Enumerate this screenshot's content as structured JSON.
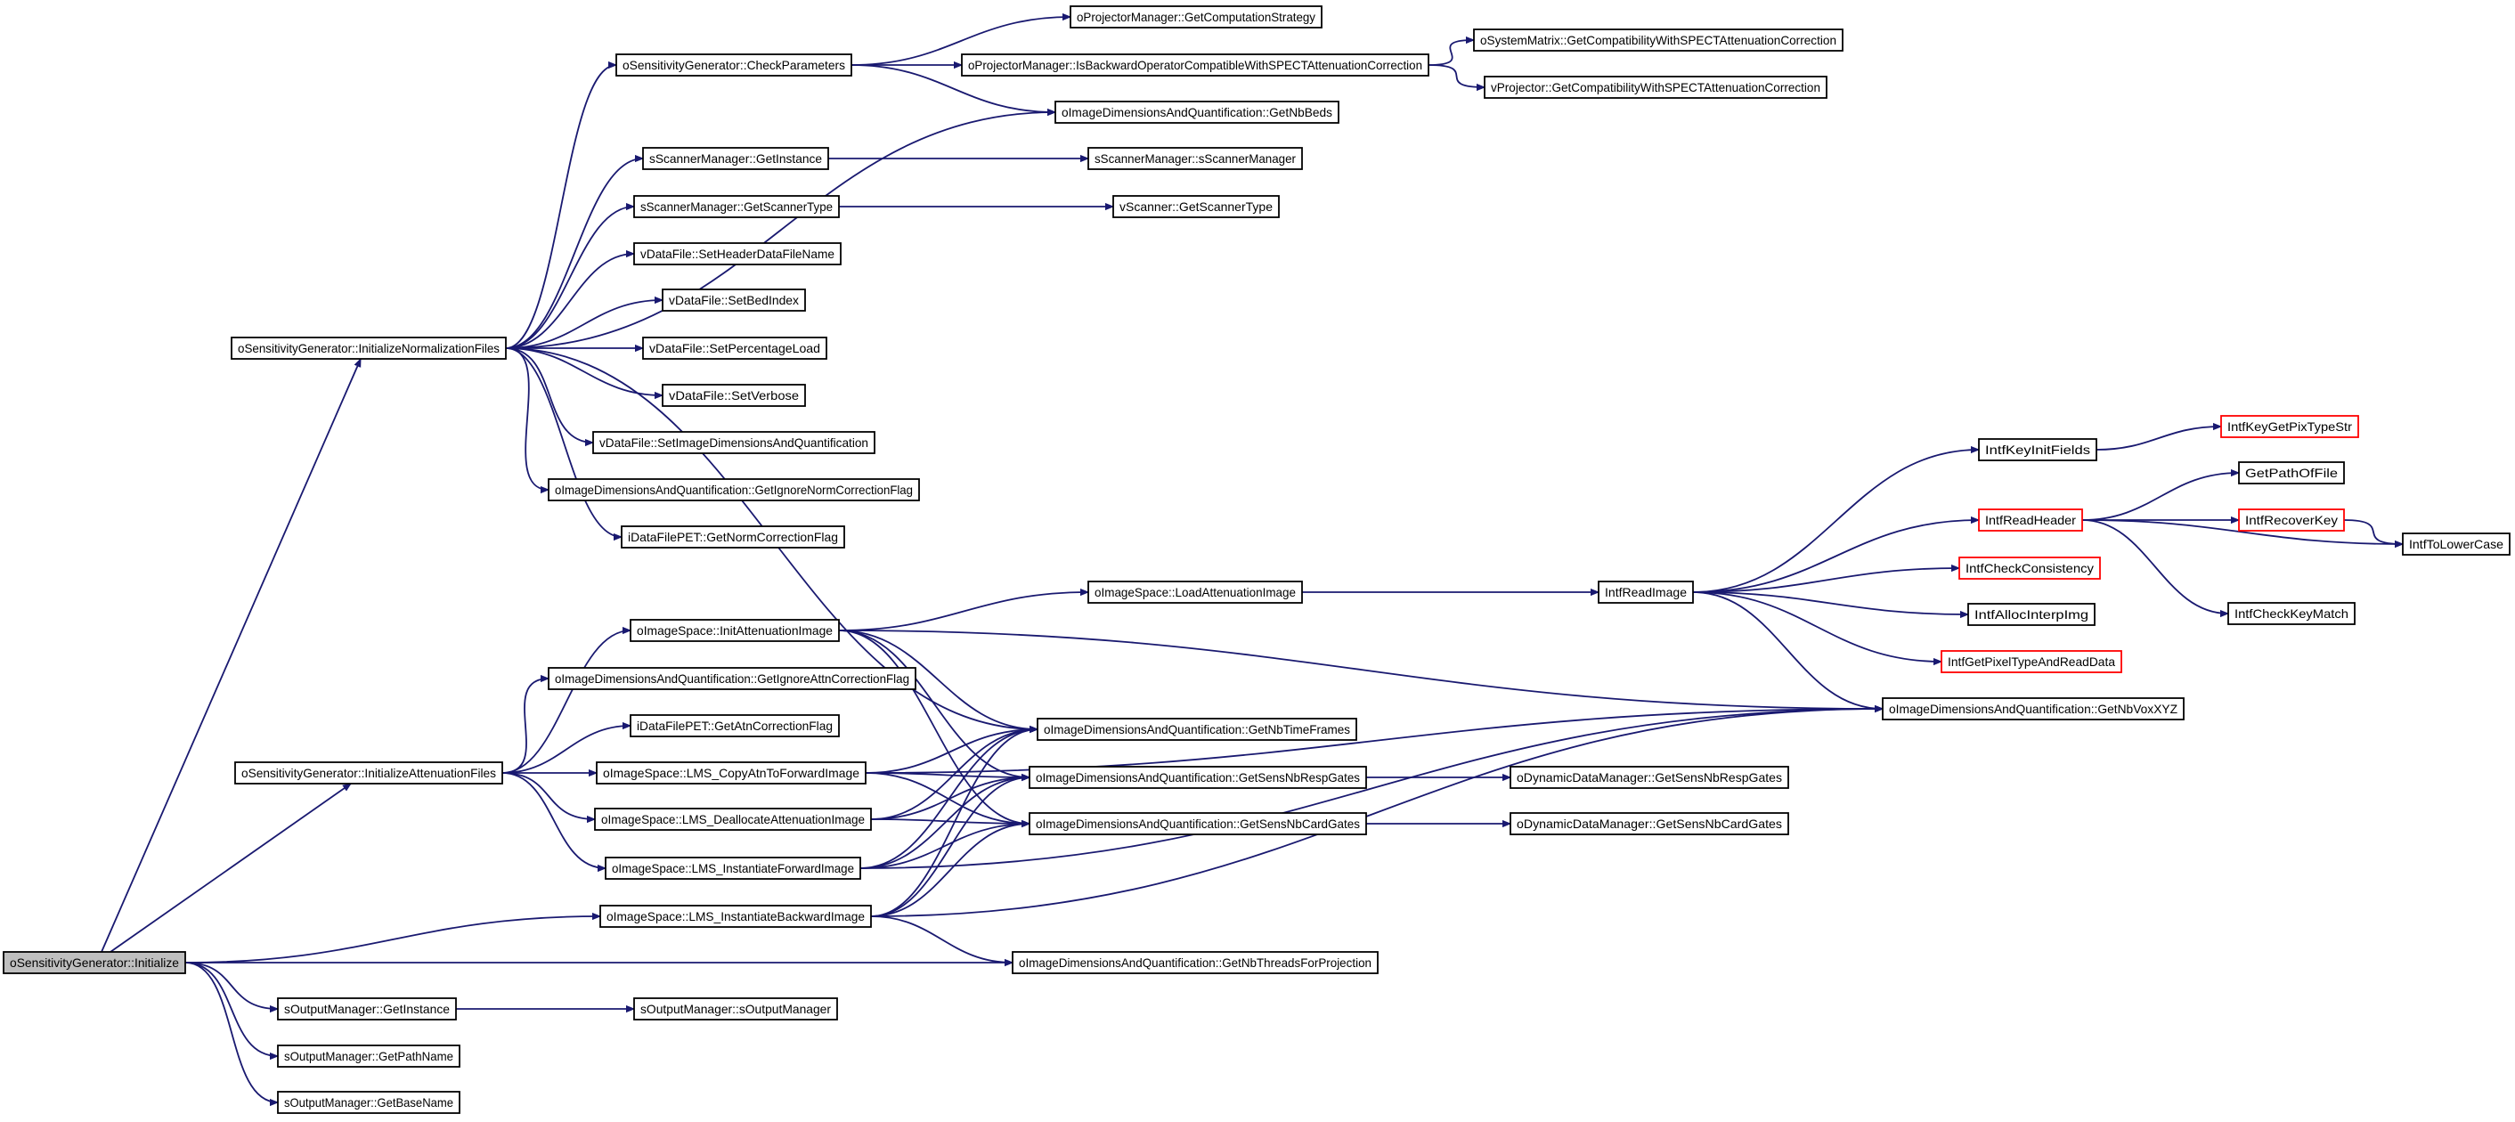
{
  "colors": {
    "background": "#ffffff",
    "edge": "#191970",
    "node_border": "#000000",
    "root_fill": "#bfbfbf",
    "truncated_border": "#ff0000"
  },
  "nodes": [
    {
      "id": "n0",
      "label": "oSensitivityGenerator::Initialize",
      "kind": "root"
    },
    {
      "id": "n1",
      "label": "oSensitivityGenerator::InitializeNormalizationFiles",
      "kind": "normal"
    },
    {
      "id": "n2",
      "label": "oSensitivityGenerator::InitializeAttenuationFiles",
      "kind": "normal"
    },
    {
      "id": "n3",
      "label": "oImageDimensionsAndQuantification::GetNbThreadsForProjection",
      "kind": "normal"
    },
    {
      "id": "n4",
      "label": "oImageSpace::LMS_InstantiateBackwardImage",
      "kind": "normal"
    },
    {
      "id": "n5",
      "label": "sOutputManager::GetInstance",
      "kind": "normal"
    },
    {
      "id": "n6",
      "label": "sOutputManager::GetPathName",
      "kind": "normal"
    },
    {
      "id": "n7",
      "label": "sOutputManager::GetBaseName",
      "kind": "normal"
    },
    {
      "id": "n8",
      "label": "oSensitivityGenerator::CheckParameters",
      "kind": "normal"
    },
    {
      "id": "n9",
      "label": "oImageDimensionsAndQuantification::GetNbBeds",
      "kind": "normal"
    },
    {
      "id": "n10",
      "label": "sScannerManager::GetInstance",
      "kind": "normal"
    },
    {
      "id": "n11",
      "label": "sScannerManager::GetScannerType",
      "kind": "normal"
    },
    {
      "id": "n12",
      "label": "vDataFile::SetHeaderDataFileName",
      "kind": "normal"
    },
    {
      "id": "n13",
      "label": "vDataFile::SetBedIndex",
      "kind": "normal"
    },
    {
      "id": "n14",
      "label": "vDataFile::SetPercentageLoad",
      "kind": "normal"
    },
    {
      "id": "n15",
      "label": "vDataFile::SetVerbose",
      "kind": "normal"
    },
    {
      "id": "n16",
      "label": "vDataFile::SetImageDimensionsAndQuantification",
      "kind": "normal"
    },
    {
      "id": "n17",
      "label": "oImageDimensionsAndQuantification::GetIgnoreNormCorrectionFlag",
      "kind": "normal"
    },
    {
      "id": "n18",
      "label": "iDataFilePET::GetNormCorrectionFlag",
      "kind": "normal"
    },
    {
      "id": "n19",
      "label": "oImageDimensionsAndQuantification::GetNbTimeFrames",
      "kind": "normal"
    },
    {
      "id": "n20",
      "label": "oProjectorManager::GetComputationStrategy",
      "kind": "normal"
    },
    {
      "id": "n21",
      "label": "oProjectorManager::IsBackwardOperatorCompatibleWithSPECTAttenuationCorrection",
      "kind": "normal"
    },
    {
      "id": "n22",
      "label": "oSystemMatrix::GetCompatibilityWithSPECTAttenuationCorrection",
      "kind": "normal"
    },
    {
      "id": "n23",
      "label": "vProjector::GetCompatibilityWithSPECTAttenuationCorrection",
      "kind": "normal"
    },
    {
      "id": "n24",
      "label": "sScannerManager::sScannerManager",
      "kind": "normal"
    },
    {
      "id": "n25",
      "label": "vScanner::GetScannerType",
      "kind": "normal"
    },
    {
      "id": "n26",
      "label": "oImageSpace::InitAttenuationImage",
      "kind": "normal"
    },
    {
      "id": "n27",
      "label": "oImageDimensionsAndQuantification::GetIgnoreAttnCorrectionFlag",
      "kind": "normal"
    },
    {
      "id": "n28",
      "label": "iDataFilePET::GetAtnCorrectionFlag",
      "kind": "normal"
    },
    {
      "id": "n29",
      "label": "oImageSpace::LMS_CopyAtnToForwardImage",
      "kind": "normal"
    },
    {
      "id": "n30",
      "label": "oImageSpace::LMS_DeallocateAttenuationImage",
      "kind": "normal"
    },
    {
      "id": "n31",
      "label": "oImageSpace::LMS_InstantiateForwardImage",
      "kind": "normal"
    },
    {
      "id": "n32",
      "label": "oImageSpace::LoadAttenuationImage",
      "kind": "normal"
    },
    {
      "id": "n33",
      "label": "oImageDimensionsAndQuantification::GetNbVoxXYZ",
      "kind": "normal"
    },
    {
      "id": "n34",
      "label": "oImageDimensionsAndQuantification::GetSensNbRespGates",
      "kind": "normal"
    },
    {
      "id": "n35",
      "label": "oImageDimensionsAndQuantification::GetSensNbCardGates",
      "kind": "normal"
    },
    {
      "id": "n36",
      "label": "IntfReadImage",
      "kind": "normal"
    },
    {
      "id": "n37",
      "label": "oDynamicDataManager::GetSensNbRespGates",
      "kind": "normal"
    },
    {
      "id": "n38",
      "label": "oDynamicDataManager::GetSensNbCardGates",
      "kind": "normal"
    },
    {
      "id": "n39",
      "label": "sOutputManager::sOutputManager",
      "kind": "normal"
    },
    {
      "id": "n40",
      "label": "IntfKeyInitFields",
      "kind": "normal"
    },
    {
      "id": "n41",
      "label": "IntfReadHeader",
      "kind": "truncated"
    },
    {
      "id": "n42",
      "label": "IntfCheckConsistency",
      "kind": "truncated"
    },
    {
      "id": "n43",
      "label": "IntfAllocInterpImg",
      "kind": "normal"
    },
    {
      "id": "n44",
      "label": "IntfGetPixelTypeAndReadData",
      "kind": "truncated"
    },
    {
      "id": "n45",
      "label": "IntfKeyGetPixTypeStr",
      "kind": "truncated"
    },
    {
      "id": "n46",
      "label": "GetPathOfFile",
      "kind": "normal"
    },
    {
      "id": "n47",
      "label": "IntfRecoverKey",
      "kind": "truncated"
    },
    {
      "id": "n48",
      "label": "IntfCheckKeyMatch",
      "kind": "normal"
    },
    {
      "id": "n49",
      "label": "IntfToLowerCase",
      "kind": "normal"
    }
  ],
  "edges": [
    [
      "n0",
      "n1"
    ],
    [
      "n0",
      "n2"
    ],
    [
      "n0",
      "n3"
    ],
    [
      "n0",
      "n4"
    ],
    [
      "n0",
      "n5"
    ],
    [
      "n0",
      "n6"
    ],
    [
      "n0",
      "n7"
    ],
    [
      "n1",
      "n8"
    ],
    [
      "n1",
      "n9"
    ],
    [
      "n1",
      "n10"
    ],
    [
      "n1",
      "n11"
    ],
    [
      "n1",
      "n12"
    ],
    [
      "n1",
      "n13"
    ],
    [
      "n1",
      "n14"
    ],
    [
      "n1",
      "n15"
    ],
    [
      "n1",
      "n16"
    ],
    [
      "n1",
      "n17"
    ],
    [
      "n1",
      "n18"
    ],
    [
      "n1",
      "n19"
    ],
    [
      "n8",
      "n20"
    ],
    [
      "n8",
      "n21"
    ],
    [
      "n8",
      "n9"
    ],
    [
      "n21",
      "n22"
    ],
    [
      "n21",
      "n23"
    ],
    [
      "n10",
      "n24"
    ],
    [
      "n11",
      "n25"
    ],
    [
      "n2",
      "n26"
    ],
    [
      "n2",
      "n27"
    ],
    [
      "n2",
      "n28"
    ],
    [
      "n2",
      "n29"
    ],
    [
      "n2",
      "n30"
    ],
    [
      "n2",
      "n31"
    ],
    [
      "n26",
      "n32"
    ],
    [
      "n26",
      "n19"
    ],
    [
      "n26",
      "n33"
    ],
    [
      "n26",
      "n34"
    ],
    [
      "n26",
      "n35"
    ],
    [
      "n32",
      "n36"
    ],
    [
      "n36",
      "n40"
    ],
    [
      "n36",
      "n41"
    ],
    [
      "n36",
      "n42"
    ],
    [
      "n36",
      "n43"
    ],
    [
      "n36",
      "n44"
    ],
    [
      "n36",
      "n33"
    ],
    [
      "n40",
      "n45"
    ],
    [
      "n41",
      "n46"
    ],
    [
      "n41",
      "n47"
    ],
    [
      "n41",
      "n48"
    ],
    [
      "n41",
      "n49"
    ],
    [
      "n47",
      "n49"
    ],
    [
      "n29",
      "n19"
    ],
    [
      "n29",
      "n33"
    ],
    [
      "n29",
      "n34"
    ],
    [
      "n29",
      "n35"
    ],
    [
      "n30",
      "n19"
    ],
    [
      "n30",
      "n34"
    ],
    [
      "n30",
      "n35"
    ],
    [
      "n31",
      "n19"
    ],
    [
      "n31",
      "n33"
    ],
    [
      "n31",
      "n34"
    ],
    [
      "n31",
      "n35"
    ],
    [
      "n4",
      "n3"
    ],
    [
      "n4",
      "n19"
    ],
    [
      "n4",
      "n33"
    ],
    [
      "n4",
      "n34"
    ],
    [
      "n4",
      "n35"
    ],
    [
      "n34",
      "n37"
    ],
    [
      "n35",
      "n38"
    ],
    [
      "n5",
      "n39"
    ]
  ]
}
